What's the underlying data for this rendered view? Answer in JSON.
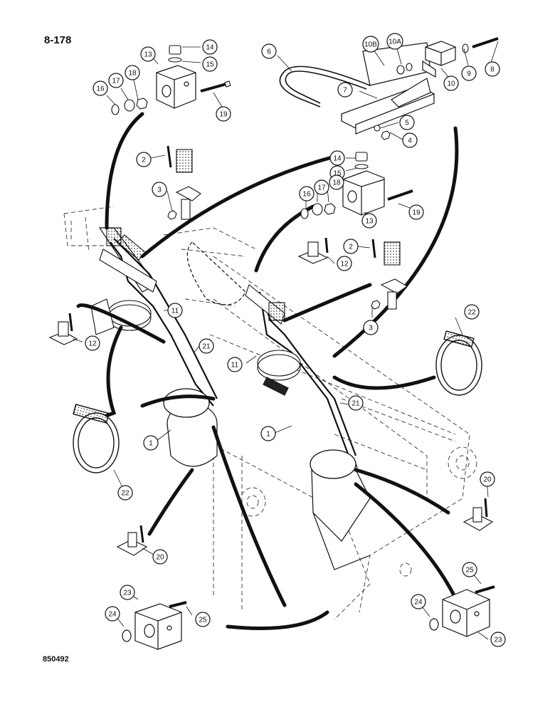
{
  "page": {
    "number": "8-178",
    "drawing_number": "850492"
  },
  "callouts": [
    {
      "id": "c14a",
      "label": "14"
    },
    {
      "id": "c15a",
      "label": "15"
    },
    {
      "id": "c13a",
      "label": "13"
    },
    {
      "id": "c16a",
      "label": "16"
    },
    {
      "id": "c17a",
      "label": "17"
    },
    {
      "id": "c18a",
      "label": "18"
    },
    {
      "id": "c19a",
      "label": "19"
    },
    {
      "id": "c6",
      "label": "6"
    },
    {
      "id": "c10b",
      "label": "10B"
    },
    {
      "id": "c10a",
      "label": "10A"
    },
    {
      "id": "c9",
      "label": "9"
    },
    {
      "id": "c8",
      "label": "8"
    },
    {
      "id": "c10",
      "label": "10"
    },
    {
      "id": "c7",
      "label": "7"
    },
    {
      "id": "c5",
      "label": "5"
    },
    {
      "id": "c4",
      "label": "4"
    },
    {
      "id": "c2a",
      "label": "2"
    },
    {
      "id": "c3a",
      "label": "3"
    },
    {
      "id": "c14b",
      "label": "14"
    },
    {
      "id": "c15b",
      "label": "15"
    },
    {
      "id": "c16b",
      "label": "16"
    },
    {
      "id": "c17b",
      "label": "17"
    },
    {
      "id": "c18b",
      "label": "18"
    },
    {
      "id": "c13b",
      "label": "13"
    },
    {
      "id": "c19b",
      "label": "19"
    },
    {
      "id": "c2b",
      "label": "2"
    },
    {
      "id": "c12a",
      "label": "12"
    },
    {
      "id": "c3b",
      "label": "3"
    },
    {
      "id": "c11a",
      "label": "11"
    },
    {
      "id": "c12b",
      "label": "12"
    },
    {
      "id": "c21a",
      "label": "21"
    },
    {
      "id": "c11b",
      "label": "11"
    },
    {
      "id": "c22a",
      "label": "22"
    },
    {
      "id": "c21b",
      "label": "21"
    },
    {
      "id": "c1a",
      "label": "1"
    },
    {
      "id": "c1b",
      "label": "1"
    },
    {
      "id": "c22b",
      "label": "22"
    },
    {
      "id": "c20a",
      "label": "20"
    },
    {
      "id": "c20b",
      "label": "20"
    },
    {
      "id": "c25a",
      "label": "25"
    },
    {
      "id": "c23a",
      "label": "23"
    },
    {
      "id": "c24a",
      "label": "24"
    },
    {
      "id": "c25b",
      "label": "25"
    },
    {
      "id": "c24b",
      "label": "24"
    },
    {
      "id": "c23b",
      "label": "23"
    }
  ]
}
